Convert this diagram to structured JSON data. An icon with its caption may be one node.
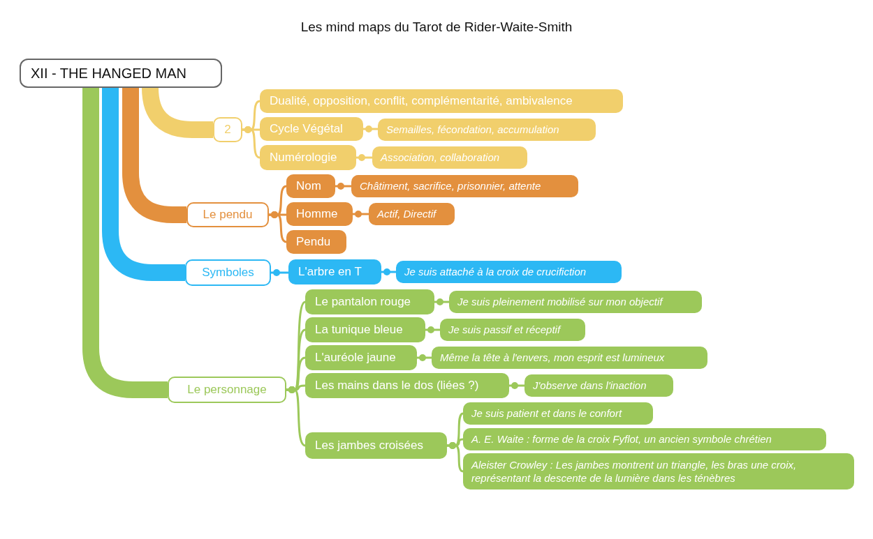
{
  "diagram": {
    "title": "Les mind maps du Tarot de Rider-Waite-Smith",
    "nodes": [
      {
        "text": [
          "XII - THE HANGED MAN"
        ]
      },
      {
        "text": [
          "2"
        ]
      },
      {
        "text": [
          "Dualité, opposition, conflit, complémentarité, ambivalence"
        ]
      },
      {
        "text": [
          "Cycle Végétal"
        ]
      },
      {
        "text": [
          "Semailles, fécondation, accumulation"
        ]
      },
      {
        "text": [
          "Numérologie"
        ]
      },
      {
        "text": [
          "Association, collaboration"
        ]
      },
      {
        "text": [
          "Le pendu"
        ]
      },
      {
        "text": [
          "Nom"
        ]
      },
      {
        "text": [
          "Châtiment, sacrifice, prisonnier, attente"
        ]
      },
      {
        "text": [
          "Homme"
        ]
      },
      {
        "text": [
          "Actif, Directif"
        ]
      },
      {
        "text": [
          "Pendu"
        ]
      },
      {
        "text": [
          "Symboles"
        ]
      },
      {
        "text": [
          "L'arbre en T"
        ]
      },
      {
        "text": [
          "Je suis attaché à la croix de crucifiction"
        ]
      },
      {
        "text": [
          "Le personnage"
        ]
      },
      {
        "text": [
          "Le pantalon rouge"
        ]
      },
      {
        "text": [
          "Je suis pleinement mobilisé sur mon objectif"
        ]
      },
      {
        "text": [
          "La tunique bleue"
        ]
      },
      {
        "text": [
          "Je suis passif et réceptif"
        ]
      },
      {
        "text": [
          "L'auréole jaune"
        ]
      },
      {
        "text": [
          "Même la tête à l'envers, mon esprit est lumineux"
        ]
      },
      {
        "text": [
          "Les mains dans le dos (liées ?)"
        ]
      },
      {
        "text": [
          "J'observe dans l'inaction"
        ]
      },
      {
        "text": [
          "Les jambes croisées"
        ]
      },
      {
        "text": [
          "Je suis patient et dans le confort"
        ]
      },
      {
        "text": [
          "A. E. Waite : forme de la croix Fyflot, un ancien symbole chrétien"
        ]
      },
      {
        "text": [
          "Aleister Crowley : Les jambes montrent un triangle, les bras une croix, représentant la descente de la lumière dans les ténèbres"
        ]
      }
    ],
    "edges": [
      {
        "from": 0,
        "to": 1,
        "arrow": "none",
        "style": "thick",
        "color": "#f1cf6c"
      },
      {
        "from": 0,
        "to": 7,
        "arrow": "none",
        "style": "thick",
        "color": "#e3903e"
      },
      {
        "from": 0,
        "to": 13,
        "arrow": "none",
        "style": "thick",
        "color": "#2cb8f4"
      },
      {
        "from": 0,
        "to": 16,
        "arrow": "none",
        "style": "thick",
        "color": "#9cc85a"
      },
      {
        "from": 1,
        "to": 2,
        "arrow": "other",
        "color": "#f1cf6c"
      },
      {
        "from": 1,
        "to": 3,
        "arrow": "other",
        "color": "#f1cf6c"
      },
      {
        "from": 1,
        "to": 5,
        "arrow": "other",
        "color": "#f1cf6c"
      },
      {
        "from": 3,
        "to": 4,
        "arrow": "other",
        "color": "#f1cf6c"
      },
      {
        "from": 5,
        "to": 6,
        "arrow": "other",
        "color": "#f1cf6c"
      },
      {
        "from": 7,
        "to": 8,
        "arrow": "other",
        "color": "#e3903e"
      },
      {
        "from": 7,
        "to": 10,
        "arrow": "other",
        "color": "#e3903e"
      },
      {
        "from": 7,
        "to": 12,
        "arrow": "other",
        "color": "#e3903e"
      },
      {
        "from": 8,
        "to": 9,
        "arrow": "other",
        "color": "#e3903e"
      },
      {
        "from": 10,
        "to": 11,
        "arrow": "other",
        "color": "#e3903e"
      },
      {
        "from": 13,
        "to": 14,
        "arrow": "other",
        "color": "#2cb8f4"
      },
      {
        "from": 14,
        "to": 15,
        "arrow": "other",
        "color": "#2cb8f4"
      },
      {
        "from": 16,
        "to": 17,
        "arrow": "other"
      },
      {
        "from": 16,
        "to": 19,
        "arrow": "other"
      },
      {
        "from": 16,
        "to": 21,
        "arrow": "other"
      },
      {
        "from": 16,
        "to": 23,
        "arrow": "other"
      },
      {
        "from": 16,
        "to": 25,
        "arrow": "other"
      },
      {
        "from": 17,
        "to": 18,
        "arrow": "other"
      },
      {
        "from": 19,
        "to": 20,
        "arrow": "other"
      },
      {
        "from": 21,
        "to": 22,
        "arrow": "other"
      },
      {
        "from": 23,
        "to": 24,
        "arrow": "other"
      },
      {
        "from": 25,
        "to": 26,
        "arrow": "other"
      },
      {
        "from": 25,
        "to": 27,
        "arrow": "other"
      },
      {
        "from": 25,
        "to": 28,
        "arrow": "other"
      }
    ]
  }
}
